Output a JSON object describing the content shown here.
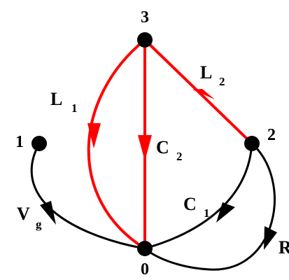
{
  "colors": {
    "tree_edge": "#ff0000",
    "link_edge": "#000000",
    "node": "#000000",
    "background": "#ffffff"
  },
  "nodes": {
    "n0": "0",
    "n1": "1",
    "n2": "2",
    "n3": "3"
  },
  "edges": {
    "L1": {
      "main": "L",
      "sub": "1"
    },
    "C2": {
      "main": "C",
      "sub": "2"
    },
    "L2": {
      "main": "L",
      "sub": "2"
    },
    "C1": {
      "main": "C",
      "sub": "1"
    },
    "Vg": {
      "main": "V",
      "sub": "g"
    },
    "R": {
      "main": "R"
    }
  }
}
